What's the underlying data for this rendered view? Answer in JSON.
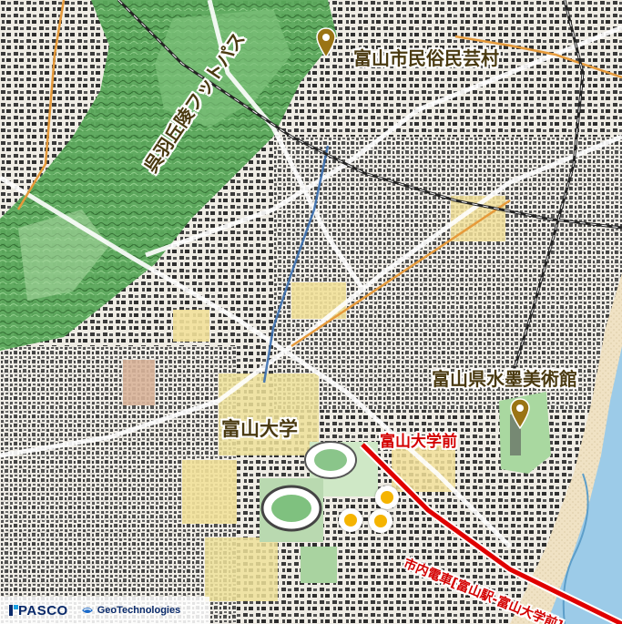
{
  "places": {
    "folk_village": "富山市民俗民芸村",
    "footpath": "呉羽丘陵フットパス",
    "university": "富山大学",
    "museum": "富山県水墨美術館",
    "station": "富山大学前",
    "tram": "市内電車[富山駅-富山大学前]"
  },
  "attribution": {
    "pasco": "PASCO",
    "geo": "GeoTechnologies"
  },
  "icons": [
    "map-pin-icon",
    "spot-marker-icon",
    "pasco-logo-icon",
    "geotechnologies-logo-icon"
  ],
  "colors": {
    "pin": "#9a7414",
    "spot": "#f5b400",
    "tram_line": "#e00000",
    "hill": "#6fb36b",
    "river": "#9ccbe8",
    "label": "#4a3a10"
  }
}
